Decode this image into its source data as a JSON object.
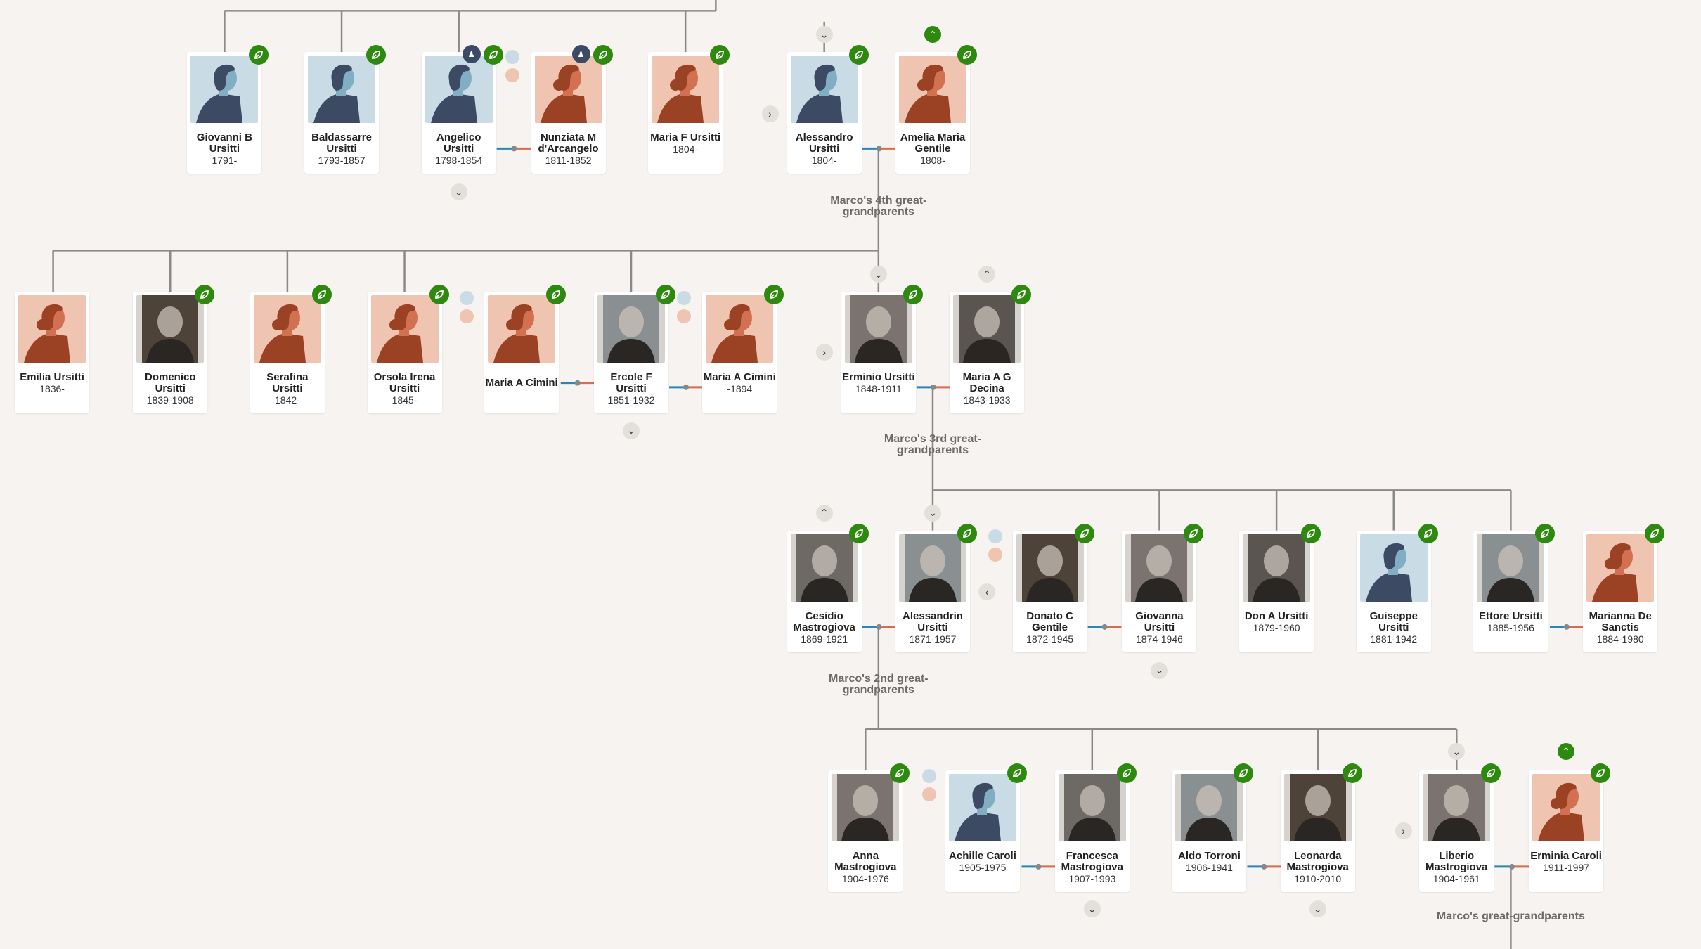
{
  "colors": {
    "background": "#f6f3f0",
    "male_bg": "#c9dce5",
    "female_bg": "#efc4b0",
    "leaf": "#2e8a0e",
    "line": "#8a8a8a",
    "husband_link": "#2a86b8",
    "wife_link": "#d96c50"
  },
  "generations": [
    {
      "label": "Marco's 4th great-grandparents"
    },
    {
      "label": "Marco's 3rd great-grandparents"
    },
    {
      "label": "Marco's 2nd great-grandparents"
    },
    {
      "label": "Marco's great-grandparents"
    }
  ],
  "people": [
    {
      "name": "Giovanni B Ursitti",
      "years": "1791-",
      "gender": "m",
      "photo": false
    },
    {
      "name": "Baldassarre Ursitti",
      "years": "1793-1857",
      "gender": "m",
      "photo": false
    },
    {
      "name": "Angelico Ursitti",
      "years": "1798-1854",
      "gender": "m",
      "photo": false,
      "hint": true
    },
    {
      "name": "Nunziata M d'Arcangelo",
      "years": "1811-1852",
      "gender": "f",
      "photo": false,
      "hint": true
    },
    {
      "name": "Maria F Ursitti",
      "years": "1804-",
      "gender": "f",
      "photo": false
    },
    {
      "name": "Alessandro Ursitti",
      "years": "1804-",
      "gender": "m",
      "photo": false
    },
    {
      "name": "Amelia Maria Gentile",
      "years": "1808-",
      "gender": "f",
      "photo": false
    },
    {
      "name": "Emilia Ursitti",
      "years": "1836-",
      "gender": "f",
      "photo": false,
      "noleaf": true
    },
    {
      "name": "Domenico Ursitti",
      "years": "1839-1908",
      "gender": "m",
      "photo": true
    },
    {
      "name": "Serafina Ursitti",
      "years": "1842-",
      "gender": "f",
      "photo": false
    },
    {
      "name": "Orsola Irena Ursitti",
      "years": "1845-",
      "gender": "f",
      "photo": false
    },
    {
      "name": "Maria A Cimini",
      "years": "",
      "gender": "f",
      "photo": false
    },
    {
      "name": "Ercole F Ursitti",
      "years": "1851-1932",
      "gender": "m",
      "photo": true
    },
    {
      "name": "Maria A Cimini",
      "years": "-1894",
      "gender": "f",
      "photo": false
    },
    {
      "name": "Erminio Ursitti",
      "years": "1848-1911",
      "gender": "m",
      "photo": true
    },
    {
      "name": "Maria A G Decina",
      "years": "1843-1933",
      "gender": "f",
      "photo": true
    },
    {
      "name": "Cesidio Mastrogiova",
      "years": "1869-1921",
      "gender": "m",
      "photo": true
    },
    {
      "name": "Alessandrin Ursitti",
      "years": "1871-1957",
      "gender": "f",
      "photo": true
    },
    {
      "name": "Donato C Gentile",
      "years": "1872-1945",
      "gender": "m",
      "photo": true
    },
    {
      "name": "Giovanna Ursitti",
      "years": "1874-1946",
      "gender": "f",
      "photo": true
    },
    {
      "name": "Don A Ursitti",
      "years": "1879-1960",
      "gender": "m",
      "photo": true
    },
    {
      "name": "Guiseppe Ursitti",
      "years": "1881-1942",
      "gender": "m",
      "photo": false
    },
    {
      "name": "Ettore Ursitti",
      "years": "1885-1956",
      "gender": "m",
      "photo": true
    },
    {
      "name": "Marianna De Sanctis",
      "years": "1884-1980",
      "gender": "f",
      "photo": false
    },
    {
      "name": "Anna Mastrogiova",
      "years": "1904-1976",
      "gender": "f",
      "photo": true
    },
    {
      "name": "Achille Caroli",
      "years": "1905-1975",
      "gender": "m",
      "photo": false
    },
    {
      "name": "Francesca Mastrogiova",
      "years": "1907-1993",
      "gender": "f",
      "photo": true
    },
    {
      "name": "Aldo Torroni",
      "years": "1906-1941",
      "gender": "m",
      "photo": true
    },
    {
      "name": "Leonarda Mastrogiova",
      "years": "1910-2010",
      "gender": "f",
      "photo": true
    },
    {
      "name": "Liberio Mastrogiova",
      "years": "1904-1961",
      "gender": "m",
      "photo": true
    },
    {
      "name": "Erminia Caroli",
      "years": "1911-1997",
      "gender": "f",
      "photo": false
    }
  ]
}
